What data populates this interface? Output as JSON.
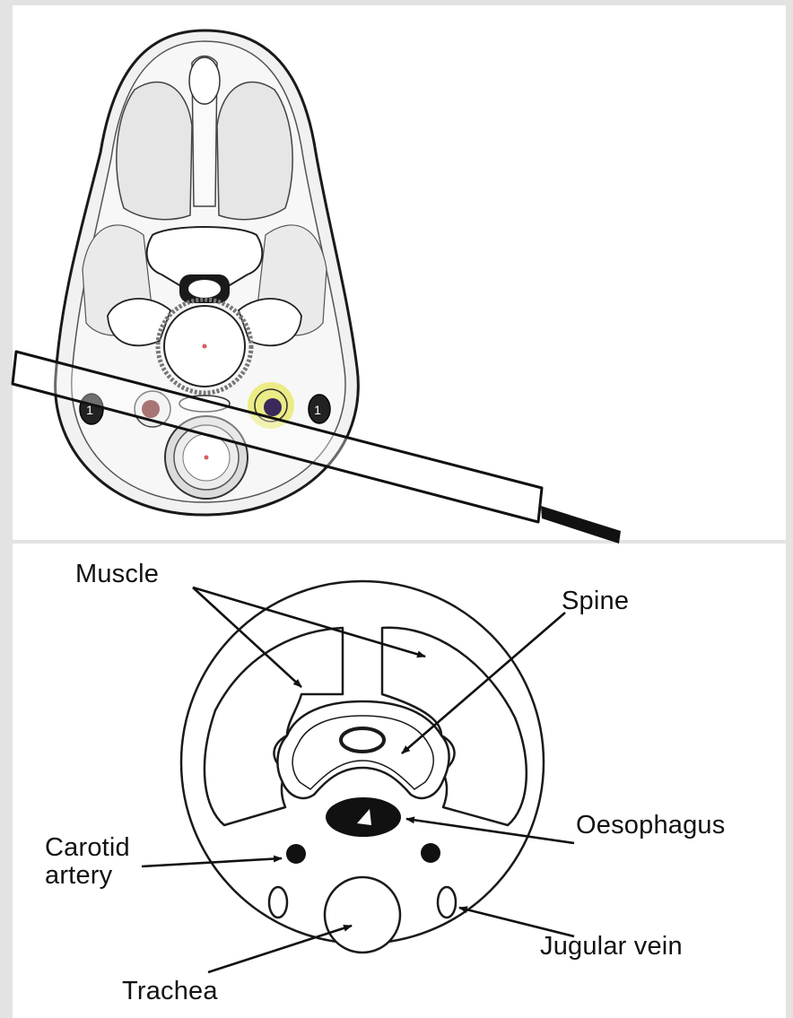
{
  "labels": {
    "muscle": "Muscle",
    "spine": "Spine",
    "oesophagus": "Oesophagus",
    "carotid_artery": "Carotid\nartery",
    "jugular_vein": "Jugular vein",
    "trachea": "Trachea"
  },
  "colors": {
    "background": "#e3e3e3",
    "panel": "#ffffff",
    "line": "#1a1a1a",
    "vessel_highlight": "#e8e860",
    "vessel_artery": "#7a2a2a",
    "vessel_vein": "#3a2a5a"
  }
}
